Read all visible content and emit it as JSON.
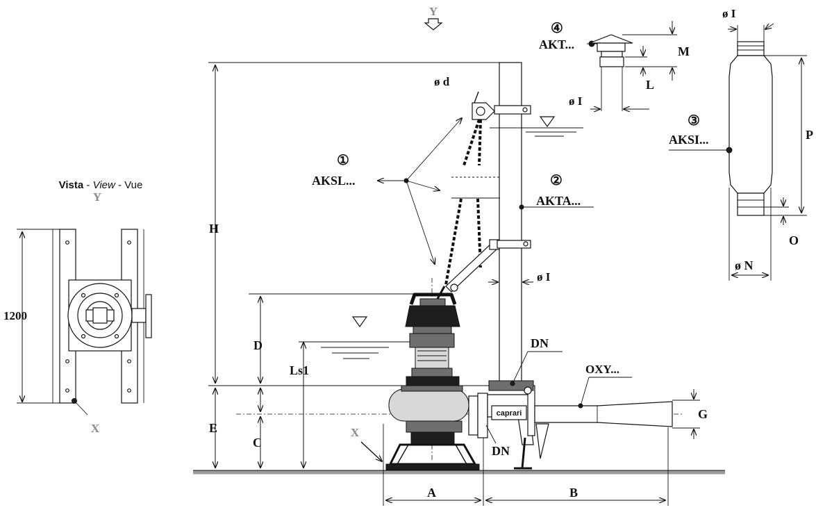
{
  "view_caption": {
    "vista": "Vista",
    "sep1": " - ",
    "view": "View",
    "sep2": " - ",
    "vue": "Vue"
  },
  "view_letters": {
    "y": "Y",
    "x": "X"
  },
  "dims": {
    "h": "H",
    "d": "D",
    "e": "E",
    "c": "C",
    "ls1": "Ls1",
    "a": "A",
    "b": "B",
    "g": "G",
    "dn_top": "DN",
    "dn_bottom": "DN",
    "oxy": "OXY...",
    "phi_i_pipe": "ø I",
    "phi_d": "ø d",
    "v1200": "1200",
    "m": "M",
    "l": "L",
    "phi_i_akt": "ø I",
    "p": "P",
    "o": "O",
    "phi_n": "ø N",
    "phi_i_aksi": "ø I"
  },
  "components": {
    "aksl_num": "①",
    "aksl": "AKSL...",
    "akta_num": "②",
    "akta": "AKTA...",
    "aksi_num": "③",
    "aksi": "AKSI...",
    "akt_num": "④",
    "akt": "AKT..."
  },
  "brand": "caprari"
}
